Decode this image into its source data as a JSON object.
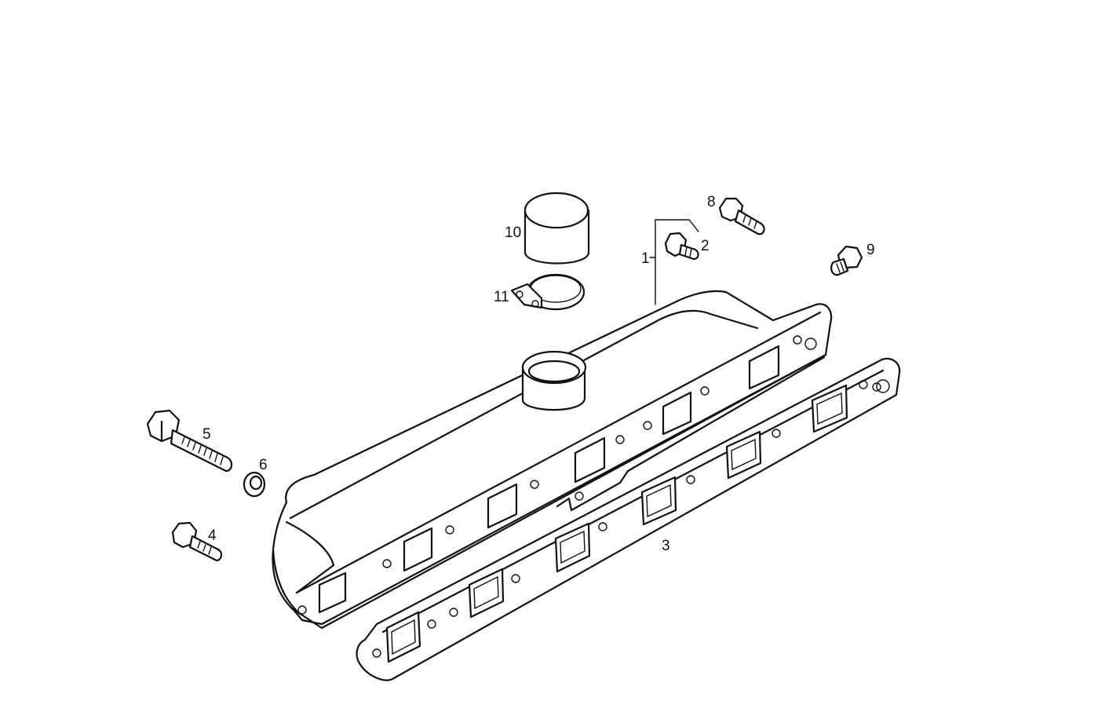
{
  "labels": {
    "p1": "1",
    "p2": "2",
    "p3": "3",
    "p4": "4",
    "p5": "5",
    "p6": "6",
    "p8": "8",
    "p9": "9",
    "p10": "10",
    "p11": "11"
  },
  "colors": {
    "line": "#111111",
    "background": "#ffffff"
  }
}
